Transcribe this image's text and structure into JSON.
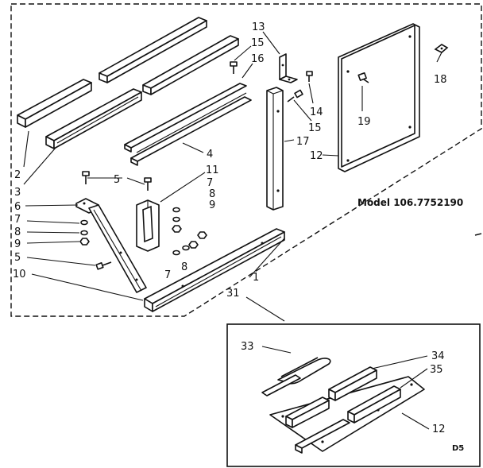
{
  "model_label": "Model 106.7752190",
  "diagram_code": "D5",
  "callouts": {
    "c13": "13",
    "c15a": "15",
    "c16": "16",
    "c18": "18",
    "c14": "14",
    "c19": "19",
    "c15b": "15",
    "c17": "17",
    "c12a": "12",
    "c4": "4",
    "c11": "11",
    "c7a": "7",
    "c8a": "8",
    "c9a": "9",
    "c2": "2",
    "c3": "3",
    "c6": "6",
    "c7b": "7",
    "c8b": "8",
    "c9b": "9",
    "c5a": "5",
    "c5b": "5",
    "c10": "10",
    "c7c": "7",
    "c8c": "8",
    "c1": "1",
    "c31": "31",
    "c33": "33",
    "c34": "34",
    "c35": "35",
    "c12b": "12"
  }
}
